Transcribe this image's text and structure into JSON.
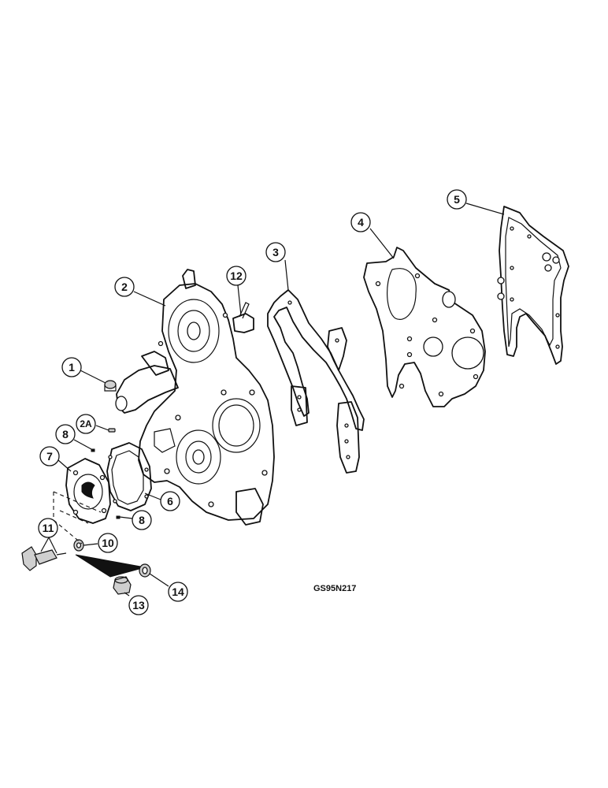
{
  "figure": {
    "reference_code": "GS95N217"
  },
  "callouts": [
    {
      "id": "1",
      "label": "1"
    },
    {
      "id": "2",
      "label": "2"
    },
    {
      "id": "2A",
      "label": "2A"
    },
    {
      "id": "3",
      "label": "3"
    },
    {
      "id": "4",
      "label": "4"
    },
    {
      "id": "5",
      "label": "5"
    },
    {
      "id": "6",
      "label": "6"
    },
    {
      "id": "7",
      "label": "7"
    },
    {
      "id": "8a",
      "label": "8"
    },
    {
      "id": "8b",
      "label": "8"
    },
    {
      "id": "10",
      "label": "10"
    },
    {
      "id": "11",
      "label": "11"
    },
    {
      "id": "12",
      "label": "12"
    },
    {
      "id": "13",
      "label": "13"
    },
    {
      "id": "14",
      "label": "14"
    }
  ]
}
